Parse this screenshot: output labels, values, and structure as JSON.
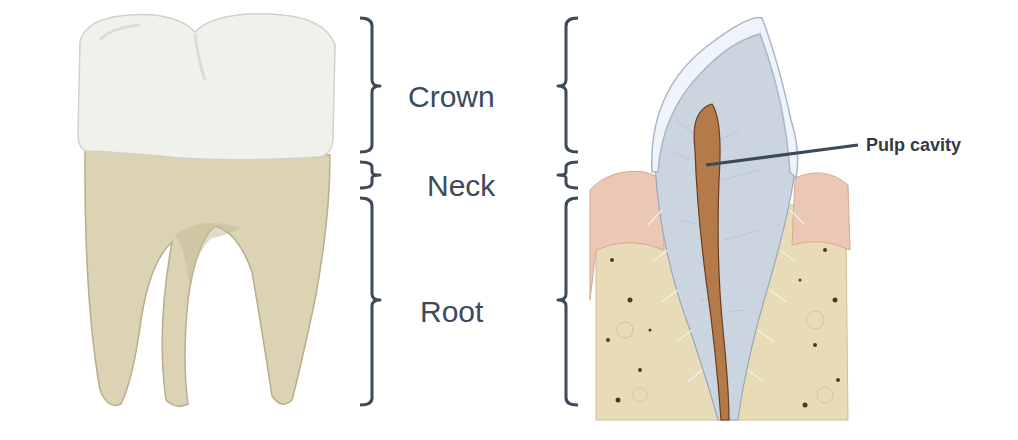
{
  "diagram": {
    "labels": [
      "Crown",
      "Neck",
      "Root",
      "Pulp cavity"
    ]
  }
}
